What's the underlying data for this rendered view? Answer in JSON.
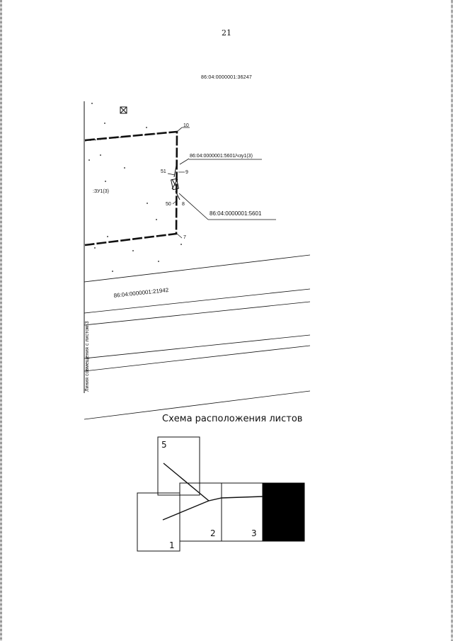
{
  "page_number": "21",
  "header_cadastral": "86:04:0000001:36247",
  "plan": {
    "point_labels": [
      "10",
      "9",
      "51",
      "50",
      "8",
      "7"
    ],
    "parcel_label": ":ЗУ1(3)",
    "callout_top": "86:04:0000001:5601/чзу1(3)",
    "callout_bottom": "86:04:0000001:5601",
    "road_parcel": "86:04:0000001:21942",
    "match_line_label": "Линия совмещения с листом 3"
  },
  "scheme": {
    "title": "Схема расположения листов",
    "sheets": [
      "5",
      "1",
      "2",
      "3"
    ]
  }
}
